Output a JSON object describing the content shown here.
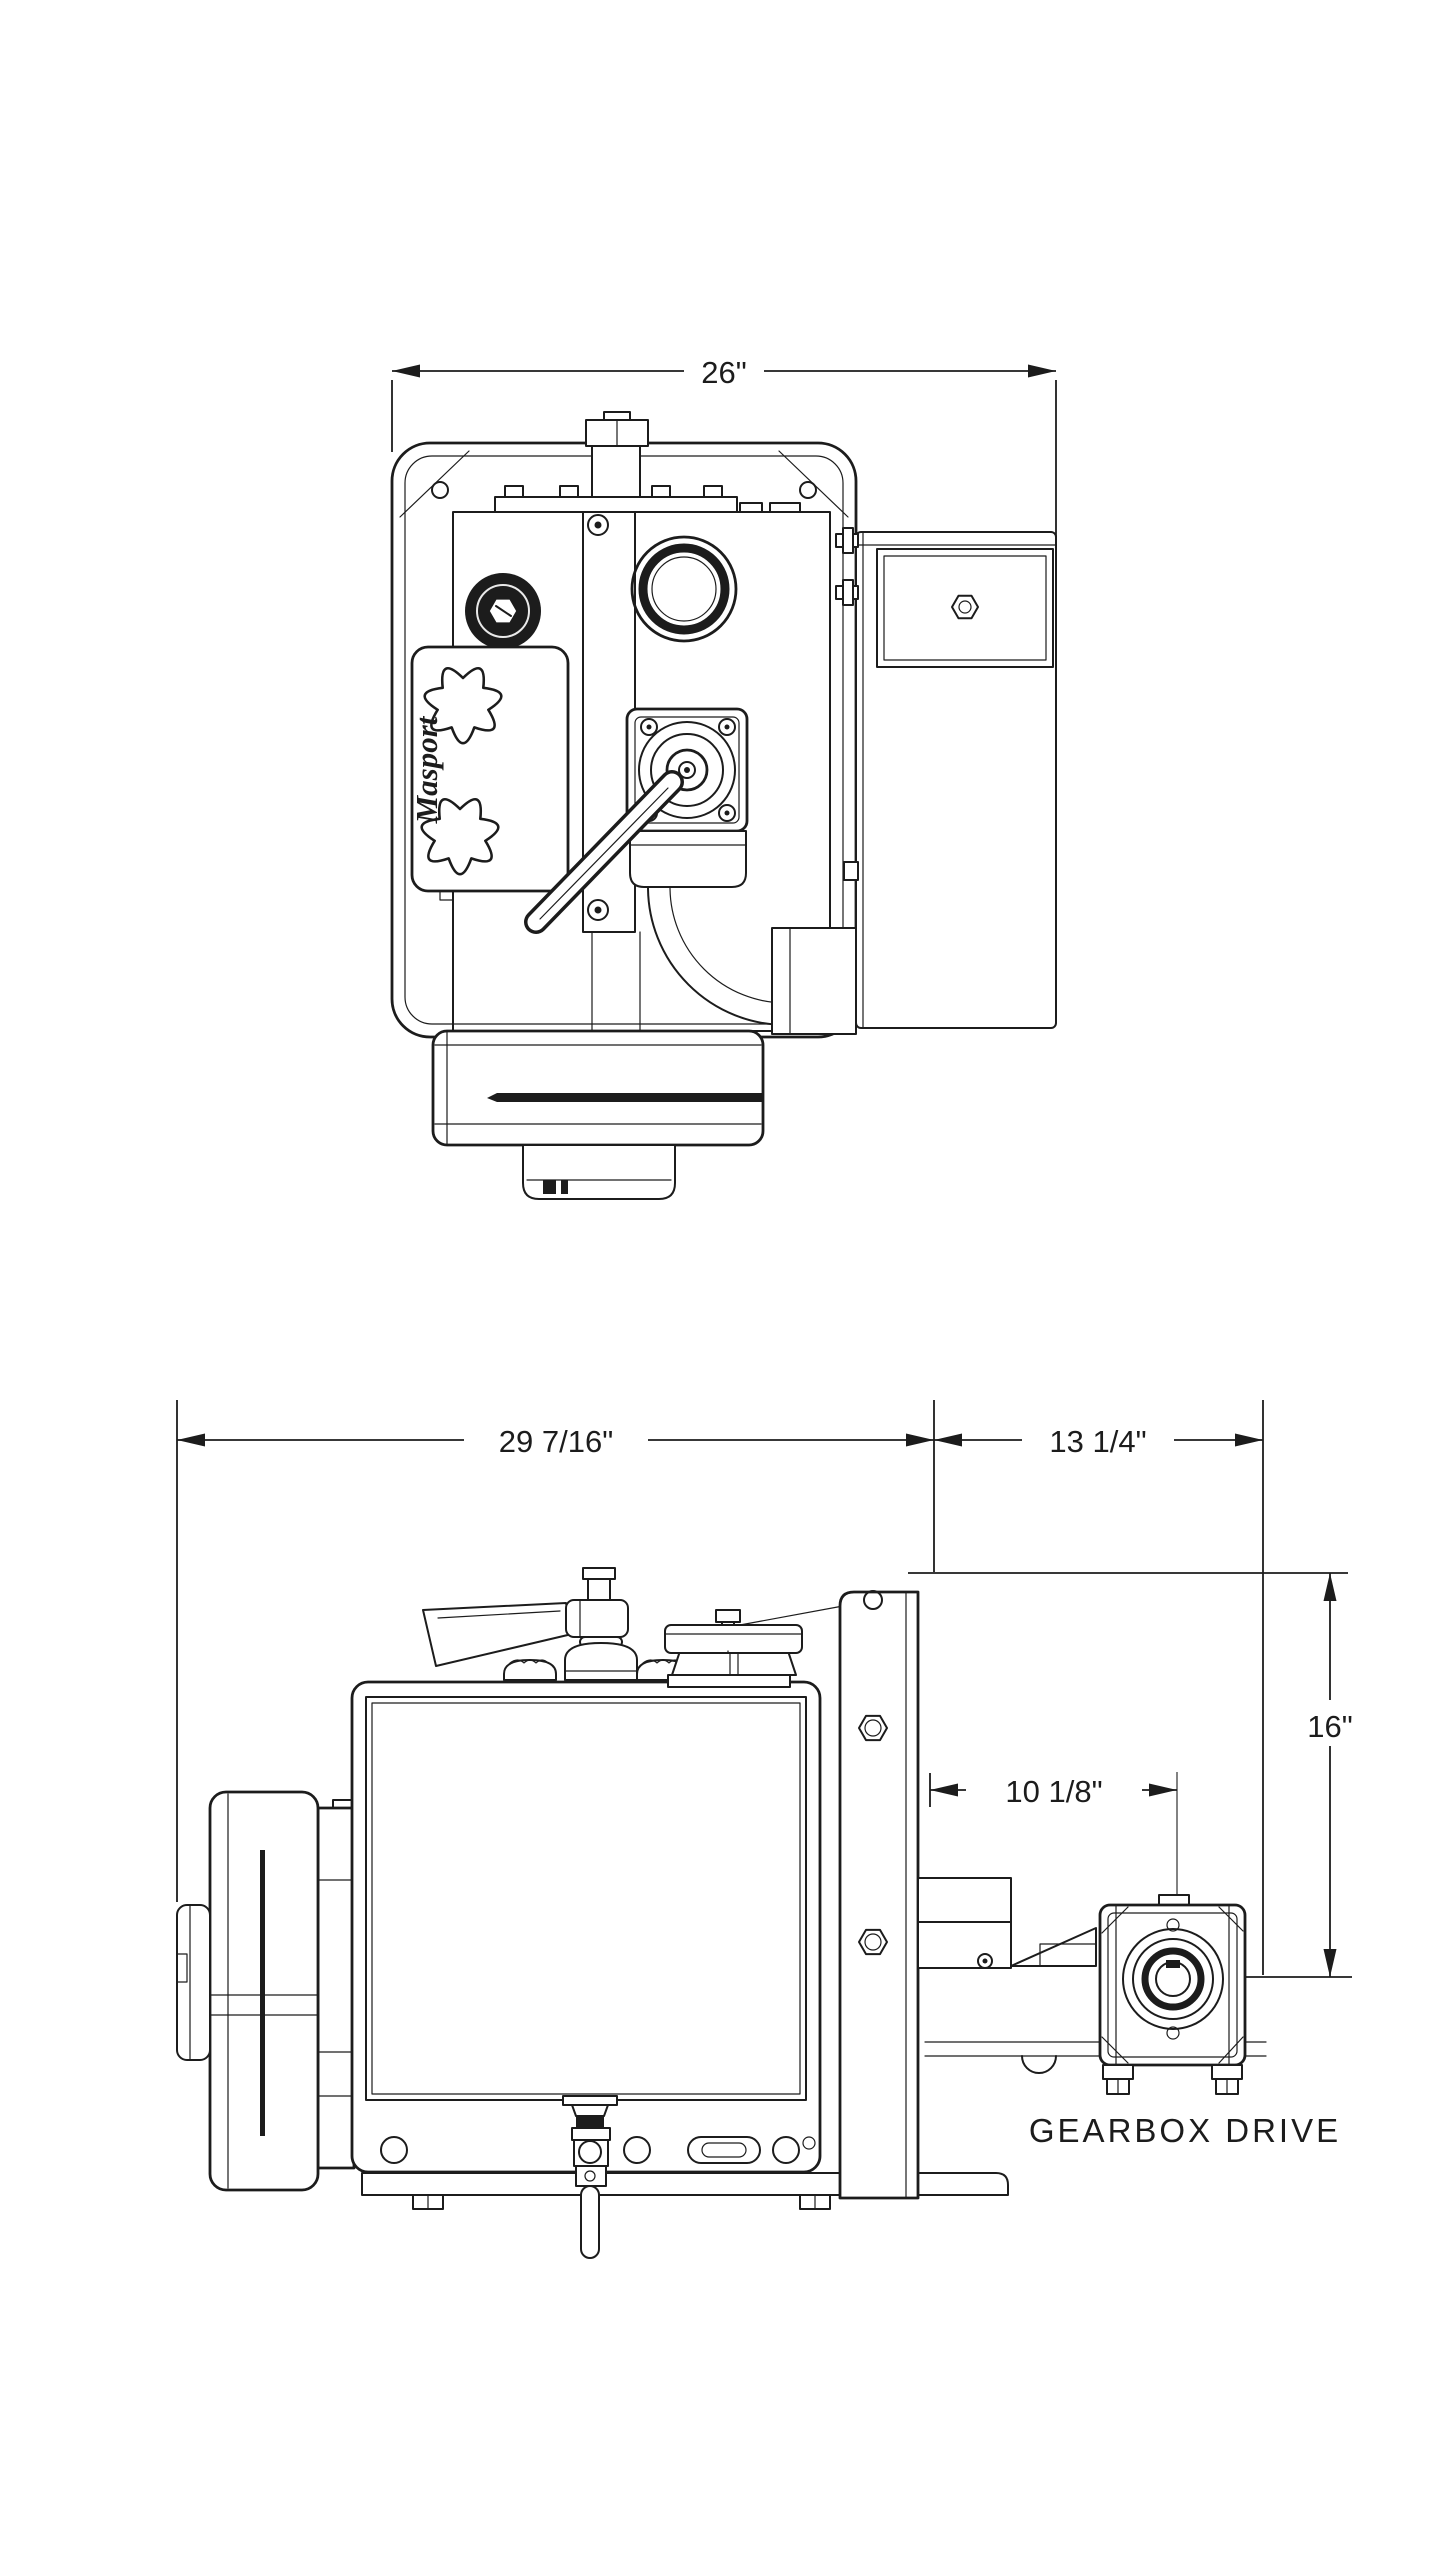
{
  "drawing": {
    "background_color": "#ffffff",
    "line_color": "#1c1c1c",
    "brand": "Masport",
    "caption": "GEARBOX DRIVE",
    "dimensions": {
      "top_view_overall_width": "26\"",
      "side_view_body_width": "29 7/16\"",
      "side_view_extension_width": "13 1/4\"",
      "side_view_height": "16\"",
      "gearbox_offset": "10 1/8\""
    }
  }
}
